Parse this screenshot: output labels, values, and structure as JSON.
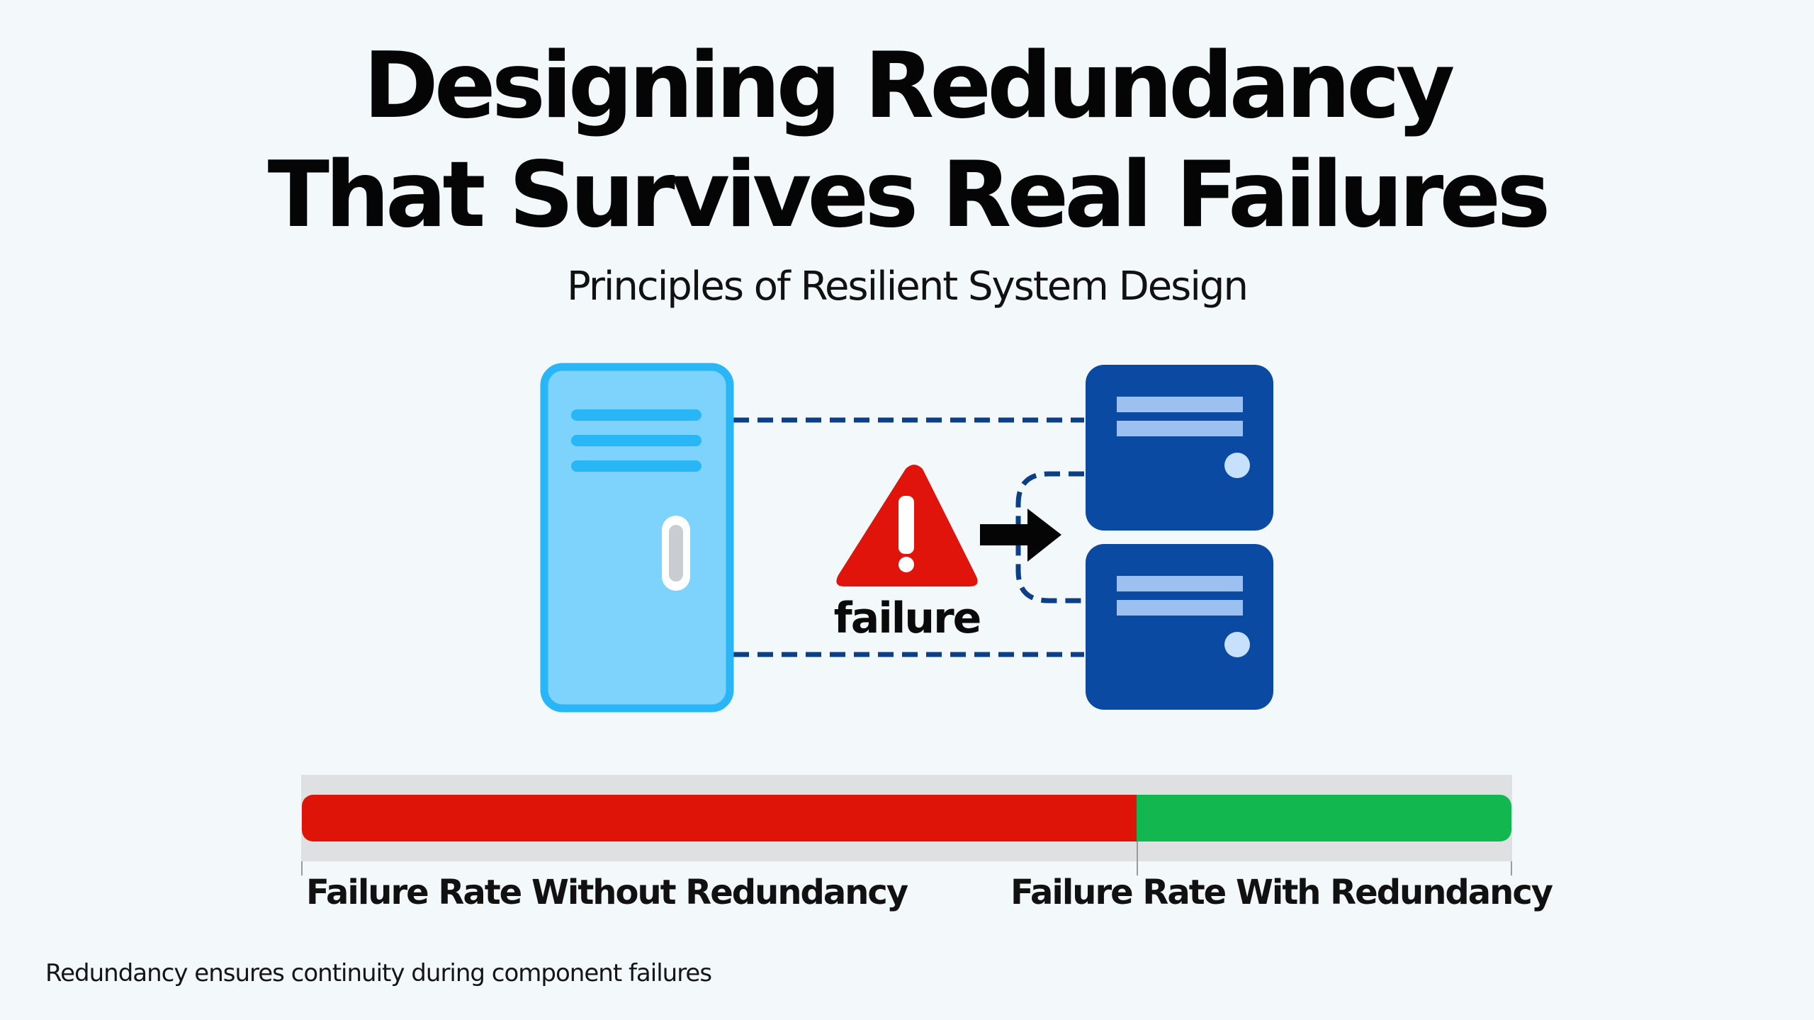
{
  "header": {
    "title_lines": [
      "Designing Redundancy",
      "That Survives Real Failures"
    ],
    "subtitle": "Principles of Resilient System Design"
  },
  "diagram": {
    "primary_node": {
      "icon": "server-tower-icon",
      "role": "primary server",
      "color": "#7dd3fc",
      "border_color": "#29b6f6"
    },
    "failure_marker": {
      "icon": "warning-triangle-icon",
      "label": "failure",
      "color": "#e0140a"
    },
    "failover_arrow": {
      "icon": "arrow-right-icon",
      "color": "#050505"
    },
    "redundant_nodes": [
      {
        "icon": "server-icon",
        "role": "redundant server 1",
        "color": "#0b4aa2"
      },
      {
        "icon": "server-icon",
        "role": "redundant server 2",
        "color": "#0b4aa2"
      }
    ],
    "connector_color": "#0c3f85"
  },
  "comparison_bar": {
    "segments": [
      {
        "name": "without-redundancy",
        "label": "Failure Rate Without Redundancy",
        "fraction": 0.69,
        "color": "#de1408"
      },
      {
        "name": "with-redundancy",
        "label": "Failure Rate With Redundancy",
        "fraction": 0.31,
        "color": "#12b84f"
      }
    ],
    "track_color": "#dfe0e2"
  },
  "footer": {
    "caption": "Redundancy ensures continuity during component failures"
  }
}
